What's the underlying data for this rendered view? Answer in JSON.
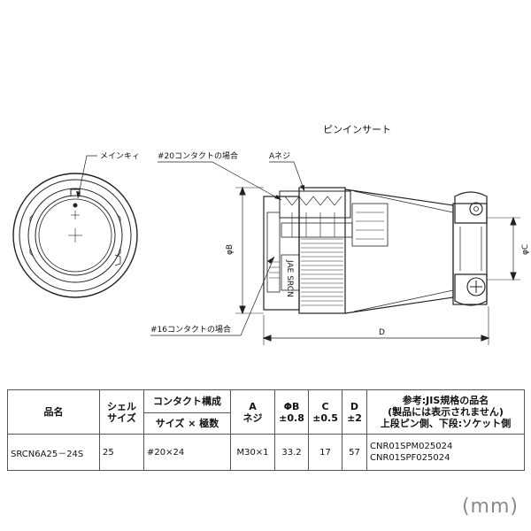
{
  "drawing": {
    "title": "ピンインサート",
    "labels": {
      "key": "メインキィ",
      "contact20": "#20コンタクトの場合",
      "thread": "Aネジ",
      "contact16": "#16コンタクトの場合"
    },
    "dims": {
      "b": "φB",
      "c": "φC",
      "d": "D"
    },
    "marking": "JAE SRCN"
  },
  "table": {
    "headers": {
      "name": "品名",
      "shell_1": "シェル",
      "shell_2": "サイズ",
      "contact_group": "コンタクト構成",
      "contact_sub": "サイズ × 極数",
      "a_1": "A",
      "a_2": "ネジ",
      "b_1": "ΦB",
      "b_2": "±0.8",
      "c_1": "C",
      "c_2": "±0.5",
      "d_1": "D",
      "d_2": "±2",
      "ref_1": "参考:JIS規格の品名",
      "ref_2": "(製品には表示されません)",
      "ref_3": "上段ピン側、下段:ソケット側"
    },
    "row": {
      "name": "SRCN6A25－24S",
      "shell": "25",
      "contacts": "#20×24",
      "a": "M30×1",
      "b": "33.2",
      "c": "17",
      "d": "57",
      "ref_1": "CNR01SPM025024",
      "ref_2": "CNR01SPF025024"
    }
  },
  "unit_note": "(mm)"
}
